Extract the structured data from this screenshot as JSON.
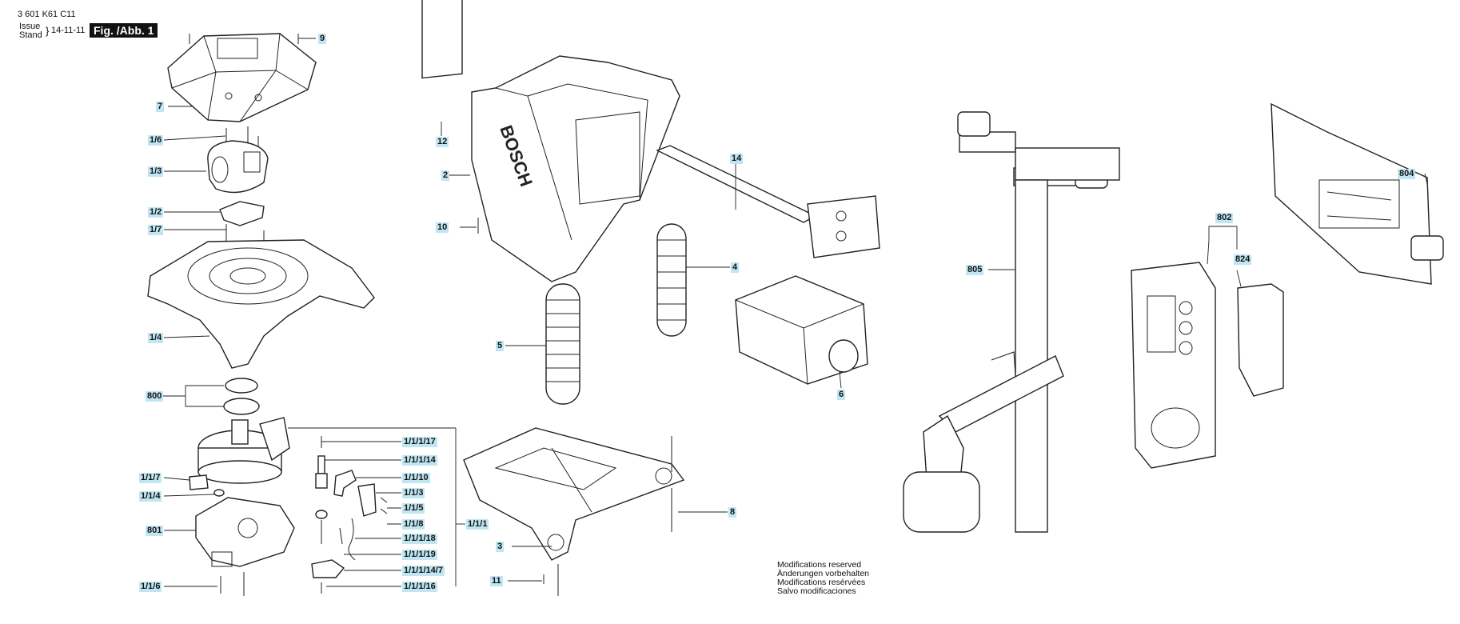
{
  "header": {
    "part_number": "3 601 K61 C11",
    "issue_label": "Issue",
    "stand_label": "Stand",
    "date": "14-11-11",
    "figure_tag": "Fig. /Abb. 1"
  },
  "notes": [
    "Modifications reserved",
    "Änderungen vorbehalten",
    "Modifications resérvées",
    "Salvo modificaciones"
  ],
  "labels": {
    "p9": "9",
    "p7": "7",
    "p1_6": "1/6",
    "p1_3": "1/3",
    "p1_2": "1/2",
    "p1_7": "1/7",
    "p1_4": "1/4",
    "p800": "800",
    "p1_1_7": "1/1/7",
    "p1_1_4": "1/1/4",
    "p801": "801",
    "p1_1_6": "1/1/6",
    "p1_1_1_17": "1/1/1/17",
    "p1_1_1_14": "1/1/1/14",
    "p1_1_10": "1/1/10",
    "p1_1_3": "1/1/3",
    "p1_1_5": "1/1/5",
    "p1_1_8": "1/1/8",
    "p1_1_1_18": "1/1/1/18",
    "p1_1_1_19": "1/1/1/19",
    "p1_1_1_14_7": "1/1/1/14/7",
    "p1_1_1_16": "1/1/1/16",
    "p1_1_1": "1/1/1",
    "p12": "12",
    "p2": "2",
    "p10": "10",
    "p14": "14",
    "p4": "4",
    "p5": "5",
    "p6": "6",
    "p8": "8",
    "p3": "3",
    "p11": "11",
    "p805": "805",
    "p802": "802",
    "p824": "824",
    "p804": "804"
  },
  "brand_text": "BOSCH"
}
